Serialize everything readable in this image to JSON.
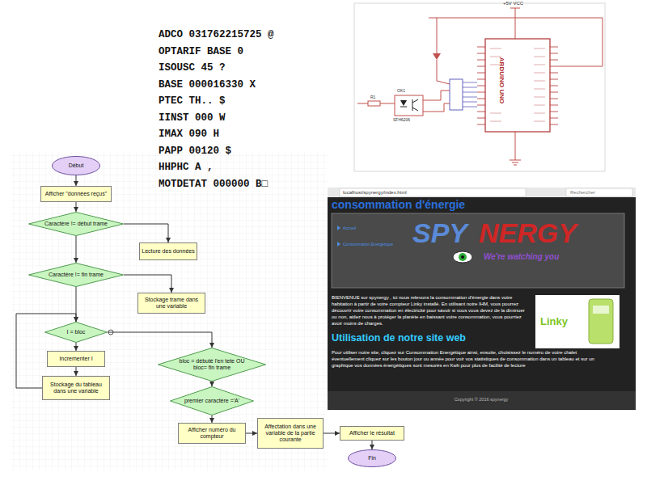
{
  "diagram": {
    "nodes": [
      {
        "text": [
          "Début"
        ]
      },
      {
        "text": [
          "Afficher \"données reçus\""
        ]
      },
      {
        "text": [
          "Caractère != début trame"
        ]
      },
      {
        "text": [
          "Lecture des données"
        ]
      },
      {
        "text": [
          "Caractère != fin trame"
        ]
      },
      {
        "text": [
          "Stockage trame dans une variable"
        ]
      },
      {
        "text": [
          "I = bloc"
        ]
      },
      {
        "text": [
          "Incrementer I"
        ]
      },
      {
        "text": [
          "Stockage du tableau dans une variable"
        ]
      },
      {
        "text": [
          "bloc = débuté l'en tete OU bloc= fin trame"
        ]
      },
      {
        "text": [
          "premier caractère ='A'"
        ]
      },
      {
        "text": [
          "Afficher numéro du compteur"
        ]
      },
      {
        "text": [
          "Affectation dans une variable de la partie courante"
        ]
      },
      {
        "text": [
          "Afficher le résultat"
        ]
      },
      {
        "text": [
          "Fin"
        ]
      }
    ],
    "edges": [
      {
        "from": 0,
        "to": 1,
        "arrow": "to"
      },
      {
        "from": 1,
        "to": 2,
        "arrow": "to"
      },
      {
        "from": 2,
        "to": 3,
        "arrow": "to"
      },
      {
        "from": 2,
        "to": 4,
        "arrow": "to"
      },
      {
        "from": 4,
        "to": 5,
        "arrow": "to"
      },
      {
        "from": 4,
        "to": 6,
        "arrow": "to"
      },
      {
        "from": 6,
        "to": 7,
        "arrow": "to"
      },
      {
        "from": 7,
        "to": 8,
        "arrow": "to"
      },
      {
        "from": 8,
        "to": 6,
        "arrow": "to"
      },
      {
        "from": 6,
        "to": 9,
        "arrow": "to"
      },
      {
        "from": 9,
        "to": 10,
        "arrow": "to"
      },
      {
        "from": 10,
        "to": 11,
        "arrow": "to"
      },
      {
        "from": 11,
        "to": 12,
        "arrow": "to"
      },
      {
        "from": 12,
        "to": 13,
        "arrow": "to"
      },
      {
        "from": 13,
        "to": 14,
        "arrow": "to"
      }
    ],
    "labels": [
      "ADCO 031762215725 @",
      "OPTARIF BASE 0",
      "ISOUSC 45 ?",
      "BASE 000016330 X",
      "PTEC TH.. $",
      "IINST 000 W",
      "IMAX 090 H",
      "PAPP 00120 $",
      "HHPHC A ,",
      "MOTDETAT 000000 B□",
      "+5V VCC",
      "ARDUINO UNO",
      "OK1",
      "SFH6206",
      "R1",
      "localhost/spynergy/index.html",
      "Rechercher",
      "consommation d'énergie",
      "Accueil",
      "Consommation Energétique",
      "SPY",
      "NERGY",
      "We're watching you",
      "BIENVENUE sur spynergy , ici nous relevons la consommation d'énergie dans votre habitation à partir de votre compteur Linky installé. En utilisant notre IHM, vous pourrez découvrir votre consommation en électricité pour savoir si vous vous devez de la diminuer ou non, aidez nous à protéger la planète en baissant votre consommation, vous pourriez avoir moins de charges.",
      "Linky",
      "Utilisation de notre site web",
      "Pour utiliser notre site, cliquez sur Consommation Energétique ainsi, ensuite, choisissez le numéro de votre chalet éventuellement cliquez sur les bouton jour ou année pour voir vos statistiques de consommation dans un tableau et sur un graphique vos données énergétiques sont mesurés en Kwh pour plus de facilité de lecture",
      "Copyright © 2016 spynergy"
    ]
  }
}
